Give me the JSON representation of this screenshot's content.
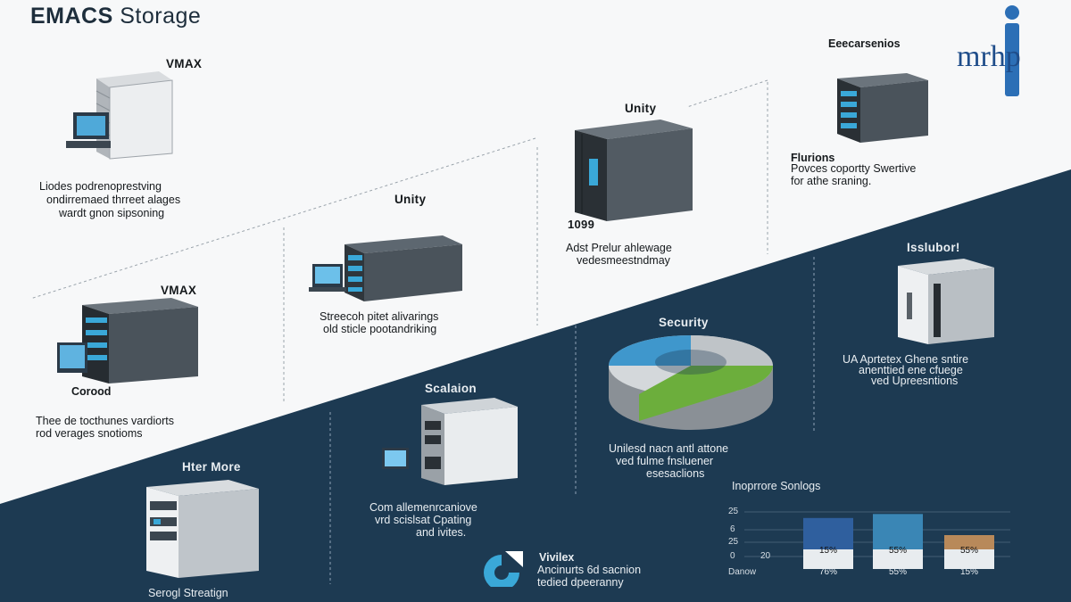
{
  "title_bold": "EMACS",
  "title_rest": " Storage",
  "logo_text": "mrhp",
  "nodes": {
    "vmax_top": {
      "label": "VMAX",
      "desc": [
        "Liodes podrenoprestving",
        "ondirremaed thrreet alages",
        "wardt gnon sipsoning"
      ]
    },
    "unity_mid": {
      "label": "Unity",
      "desc": [
        "Streecoh pitet alivarings",
        "old sticle pootandriking"
      ]
    },
    "unity_top": {
      "label": "Unity",
      "number": "1099",
      "desc": [
        "Adst Prelur ahlewage",
        "vedesmeestndmay"
      ]
    },
    "eecoar": {
      "label": "Eeecarsenios",
      "sub": "Flurions",
      "desc": [
        "Povces coportty Swertive",
        "for athe sraning."
      ]
    },
    "vmax_left": {
      "label": "VMAX",
      "sub": "Corood",
      "desc": [
        "Thee de tocthunes vardiorts",
        "rod verages snotioms"
      ]
    },
    "scalation": {
      "label": "Scalaion",
      "desc": [
        "Com allemenrcaniove",
        "vrd scislsat Cpating",
        "and ivites."
      ]
    },
    "security": {
      "label": "Security",
      "desc": [
        "Unilesd nacn antl attone",
        "ved fulme fnsluener",
        "esesaclions"
      ]
    },
    "isslubor": {
      "label": "Isslubor!",
      "desc": [
        "UA Aprtetex Ghene sntire",
        "anenttied ene cfuege",
        "ved Upreesntions"
      ]
    },
    "hter_more": {
      "label": "Hter More",
      "sub": "Serogl Streatign"
    },
    "vivilex": {
      "title": "Vivilex",
      "desc": [
        "Ancinurts 6d sacnion",
        "tedied dpeeranny"
      ]
    }
  },
  "chart_data": {
    "type": "bar",
    "title": "Inoprrore Sonlogs",
    "y_ticks": [
      "25",
      "6",
      "25",
      "0"
    ],
    "x_tick": "20",
    "x_label": "Danow",
    "bars": [
      {
        "top_label": "15%",
        "bottom_label": "76%",
        "color": "#2f5f9e",
        "top_fill": 0.55
      },
      {
        "top_label": "55%",
        "bottom_label": "55%",
        "color": "#3a86b5",
        "top_fill": 0.62
      },
      {
        "top_label": "55%",
        "bottom_label": "15%",
        "color": "#b8895a",
        "top_fill": 0.25
      }
    ]
  },
  "colors": {
    "navy": "#1d3a52",
    "accent_blue": "#3aa8d8",
    "accent_green": "#6cae3c"
  }
}
